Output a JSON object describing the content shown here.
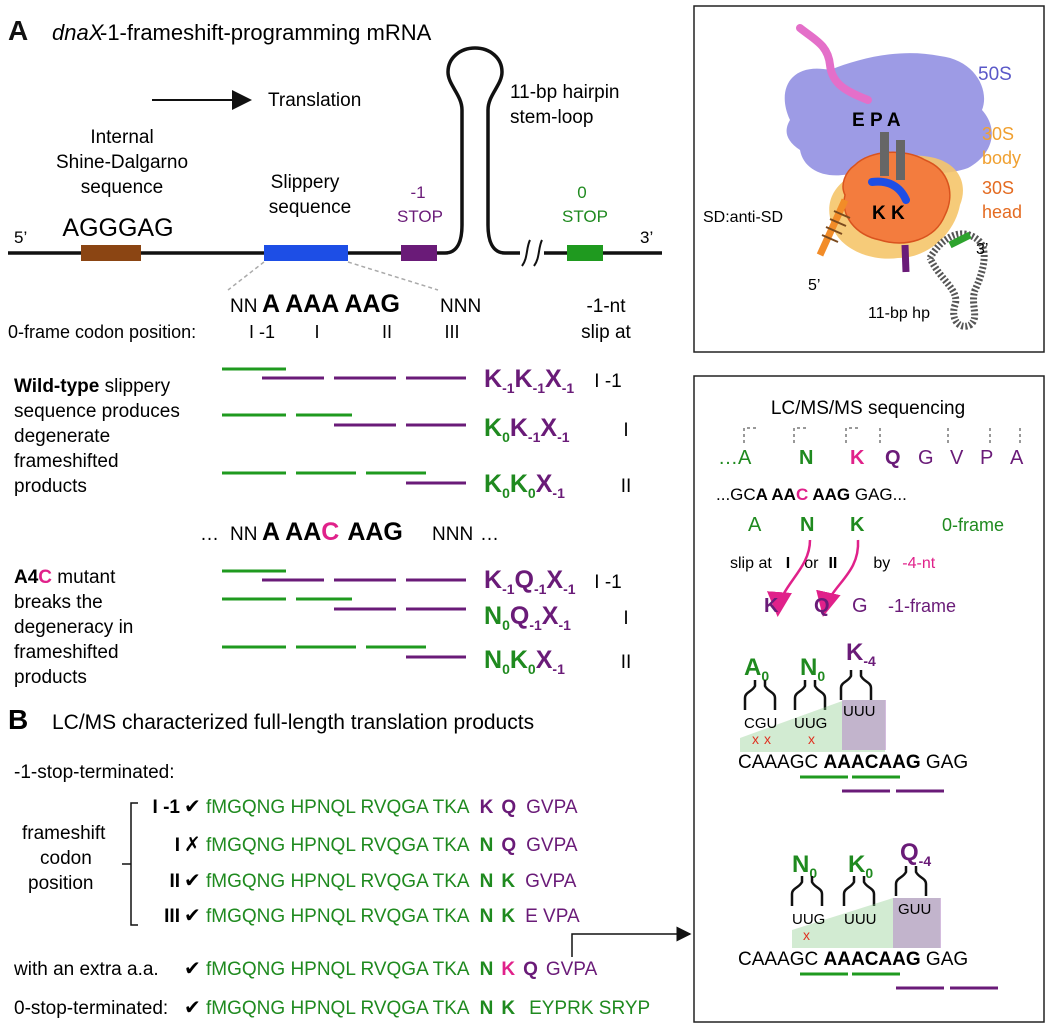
{
  "panelA": {
    "letter": "A",
    "title_gene": "dnaX",
    "title_rest": " -1-frameshift-programming mRNA",
    "translation": "Translation",
    "hairpin_label_1": "11-bp hairpin",
    "hairpin_label_2": "stem-loop",
    "sd_label_1": "Internal",
    "sd_label_2": "Shine-Dalgarno",
    "sd_label_3": "sequence",
    "sd_seq": "AGGGAG",
    "slip_label_1": "Slippery",
    "slip_label_2": "sequence",
    "stop_m1_1": "-1",
    "stop_m1_2": "STOP",
    "stop_0_1": "0",
    "stop_0_2": "STOP",
    "five_prime": "5’",
    "three_prime": "3’",
    "wt_seq_nn": "NN",
    "wt_seq_a": "A AAA AAG",
    "wt_seq_nnn": "NNN",
    "slip_at_1": "-1-nt",
    "slip_at_2": "slip at",
    "codon_pos_label": "0-frame codon position:",
    "codon_pos": [
      "I -1",
      "I",
      "II",
      "III"
    ],
    "wt_desc": [
      "Wild-type",
      " slippery",
      "sequence produces",
      "degenerate",
      "frameshifted",
      "products"
    ],
    "wt_rows": [
      {
        "a": "K",
        "as": "-1",
        "b": "K",
        "bs": "-1",
        "c": "X",
        "cs": "-1",
        "pos": "I -1"
      },
      {
        "a": "K",
        "as": "0",
        "b": "K",
        "bs": "-1",
        "c": "X",
        "cs": "-1",
        "pos": "I"
      },
      {
        "a": "K",
        "as": "0",
        "b": "K",
        "bs": "0",
        "c": "X",
        "cs": "-1",
        "pos": "II"
      }
    ],
    "mut_seq_dots": "…",
    "mut_seq_nn": "NN",
    "mut_seq_aaa": "A AA",
    "mut_seq_c": "C",
    "mut_seq_aag": "AAG",
    "mut_seq_nnn": "NNN",
    "mut_seq_dots2": "…",
    "mut_desc_a": "A4",
    "mut_desc_c": "C",
    "mut_desc": [
      " mutant",
      "breaks the",
      "degeneracy in",
      "frameshifted",
      "products"
    ],
    "mut_rows": [
      {
        "a": "K",
        "as": "-1",
        "b": "Q",
        "bs": "-1",
        "c": "X",
        "cs": "-1",
        "pos": "I -1"
      },
      {
        "a": "N",
        "as": "0",
        "b": "Q",
        "bs": "-1",
        "c": "X",
        "cs": "-1",
        "pos": "I"
      },
      {
        "a": "N",
        "as": "0",
        "b": "K",
        "bs": "0",
        "c": "X",
        "cs": "-1",
        "pos": "II"
      }
    ]
  },
  "panelB": {
    "letter": "B",
    "title": "LC/MS characterized full-length translation products",
    "m1_label": "-1-stop-terminated:",
    "fs_label": [
      "frameshift",
      "codon",
      "position"
    ],
    "common_seq": "fMGQNG HPNQL RVQGA TKA",
    "rows": [
      {
        "pos": "I -1",
        "mark": "✔",
        "a": "K",
        "b": "Q",
        "tail": "GVPA"
      },
      {
        "pos": "I",
        "mark": "✗",
        "a": "N",
        "b": "Q",
        "tail": "GVPA"
      },
      {
        "pos": "II",
        "mark": "✔",
        "a": "N",
        "b": "K",
        "tail": "GVPA"
      },
      {
        "pos": "III",
        "mark": "✔",
        "a": "N",
        "b": "K",
        "tail": "E VPA"
      }
    ],
    "extra_label": "with an extra a.a.",
    "extra_row": {
      "mark": "✔",
      "a": "N",
      "b": "K",
      "c": "Q",
      "tail": "GVPA"
    },
    "zero_label": "0-stop-terminated:",
    "zero_row": {
      "mark": "✔",
      "a": "N",
      "b": "K",
      "tail": "EYPRK SRYP"
    }
  },
  "ribosome": {
    "s50": "50S",
    "body_1": "30S",
    "body_2": "body",
    "head_1": "30S",
    "head_2": "head",
    "sites": "E P A",
    "kk": "K K",
    "sd": "SD:anti-SD",
    "five": "5’",
    "three": "3’",
    "hp": "11-bp hp"
  },
  "lcms": {
    "title": "LC/MS/MS sequencing",
    "peptide": [
      "…A",
      "N",
      "K",
      "Q",
      "G",
      "V",
      "P",
      "A"
    ],
    "dna_pre": "...GC",
    "dna_a": "A AA",
    "dna_c": "C",
    "dna_aag": " AAG",
    "dna_post": " GAG...",
    "zero_aa": [
      "A",
      "N",
      "K"
    ],
    "zero_label": "0-frame",
    "slip_at": "slip at",
    "slip_i": "I",
    "slip_or": "or",
    "slip_ii": "II",
    "slip_by": "by",
    "slip_nt": "-4-nt",
    "m1_aa": [
      "K",
      "Q",
      "G"
    ],
    "m1_label": "-1-frame",
    "top": {
      "aa": [
        {
          "l": "A",
          "s": "0"
        },
        {
          "l": "N",
          "s": "0"
        },
        {
          "l": "K",
          "s": "-4"
        }
      ],
      "anticodons": [
        "CGU",
        "UUG",
        "UUU"
      ],
      "mrna_pre": "CAAAGC ",
      "mrna_bold": "AAACAAG",
      "mrna_post": " GAG",
      "x": "x"
    },
    "bottom": {
      "aa": [
        {
          "l": "N",
          "s": "0"
        },
        {
          "l": "K",
          "s": "0"
        },
        {
          "l": "Q",
          "s": "-4"
        }
      ],
      "anticodons": [
        "UUG",
        "UUU",
        "GUU"
      ],
      "mrna_pre": "CAAAGC ",
      "mrna_bold": "AAACAAG",
      "mrna_post": " GAG",
      "x": "x"
    }
  }
}
